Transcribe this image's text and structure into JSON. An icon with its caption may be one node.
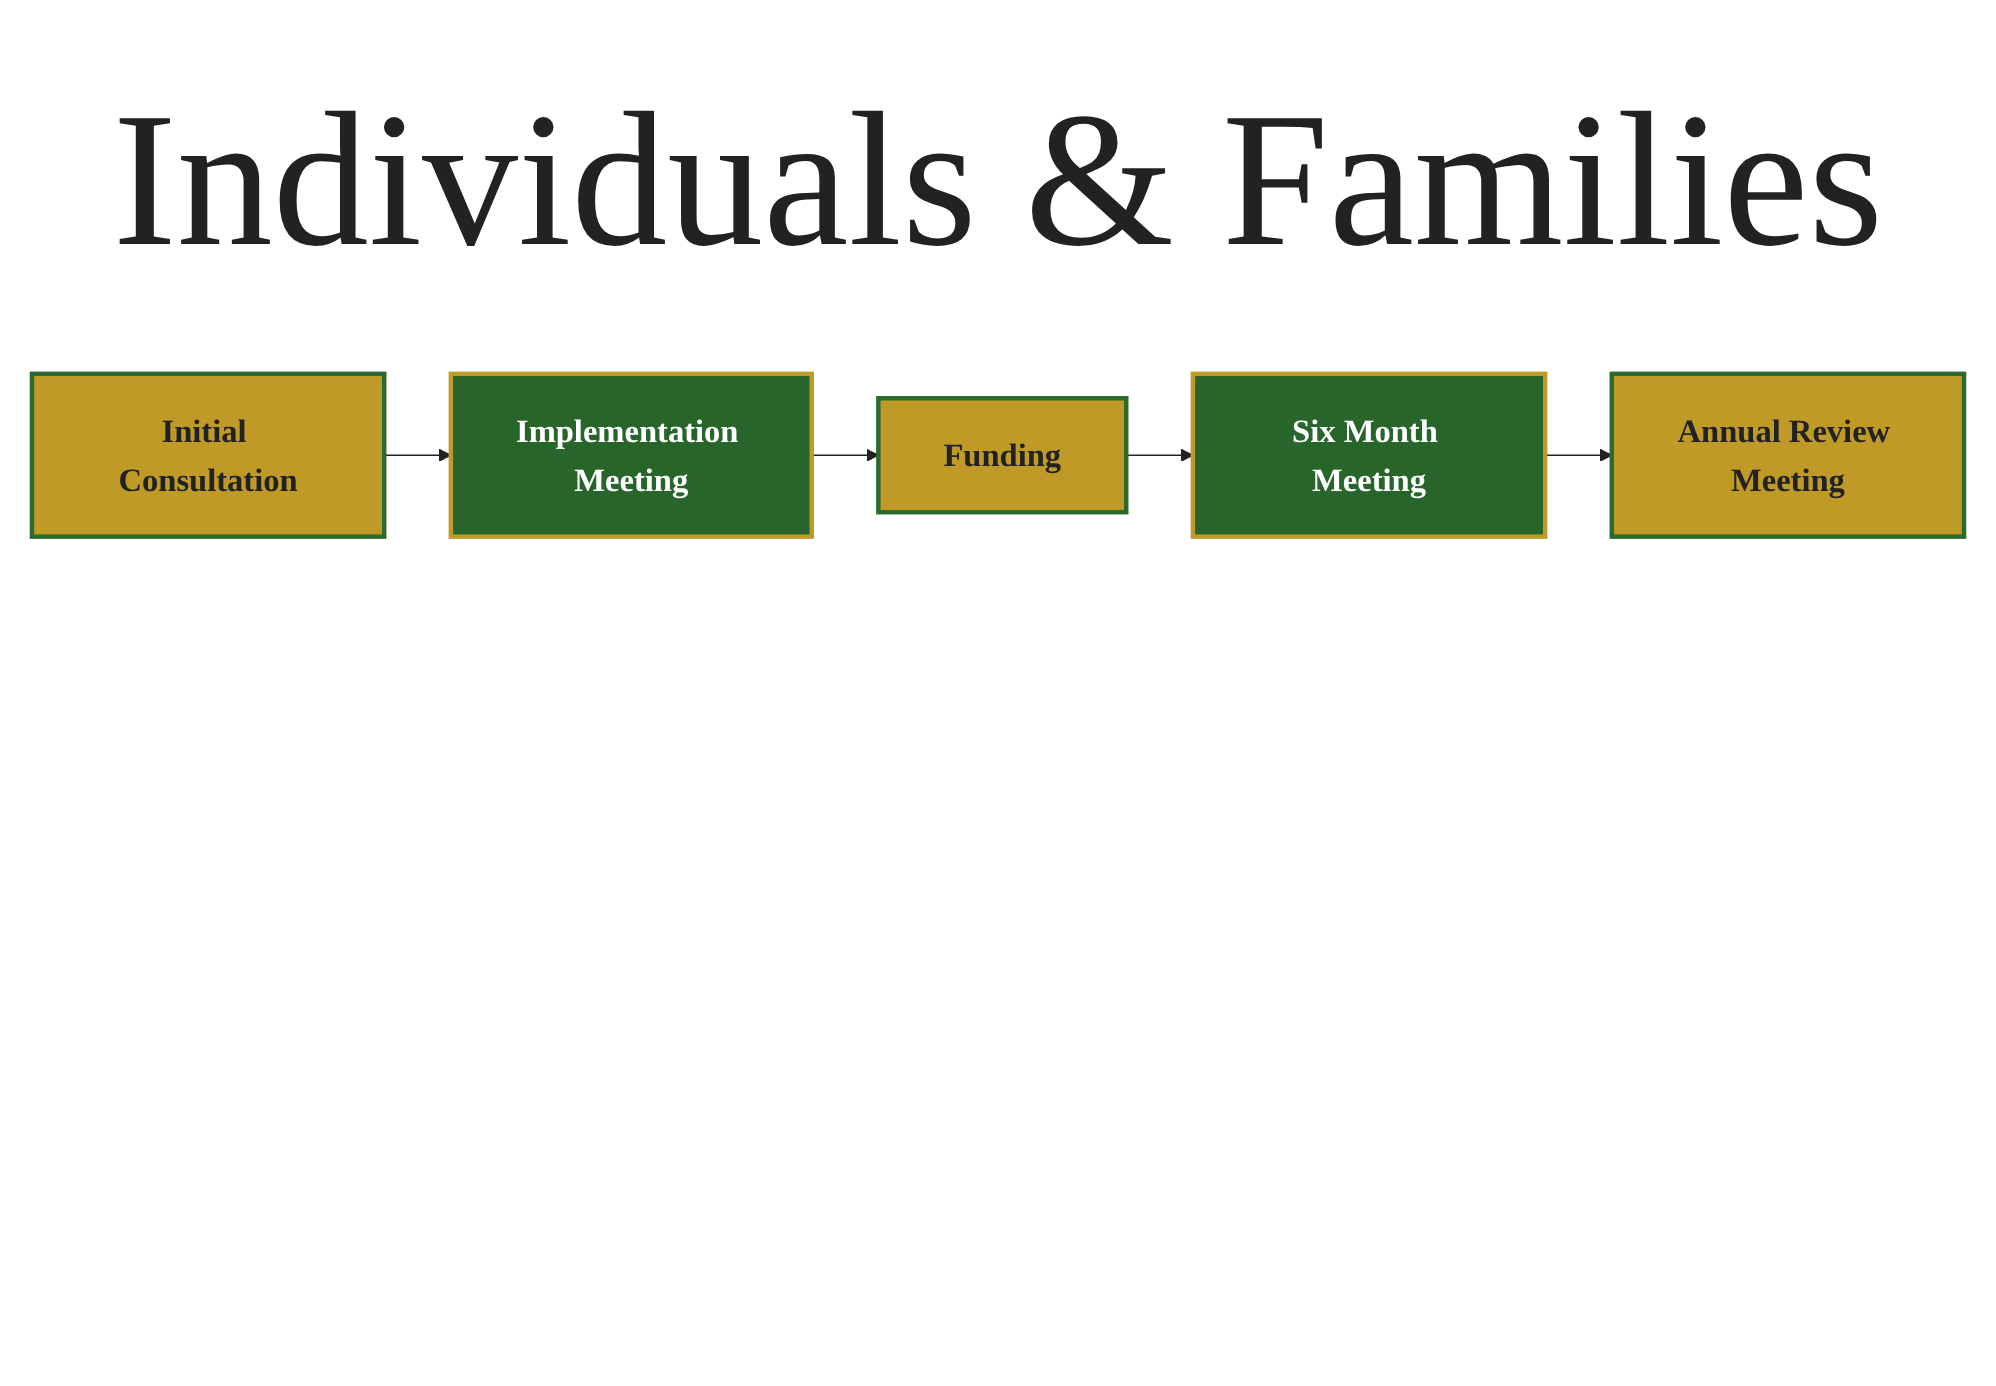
{
  "diagram": {
    "title": "Individuals & Families",
    "nodes": [
      {
        "text": [
          "Initial Consultation"
        ]
      },
      {
        "text": [
          "Implementation Meeting"
        ]
      },
      {
        "text": [
          "Funding"
        ]
      },
      {
        "text": [
          "Six Month Meeting"
        ]
      },
      {
        "text": [
          "Annual Review Meeting"
        ]
      }
    ],
    "edges": [
      {
        "from": 0,
        "to": 1,
        "arrow": "to"
      },
      {
        "from": 1,
        "to": 2,
        "arrow": "to"
      },
      {
        "from": 2,
        "to": 3,
        "arrow": "to"
      },
      {
        "from": 3,
        "to": 4,
        "arrow": "to"
      }
    ]
  }
}
